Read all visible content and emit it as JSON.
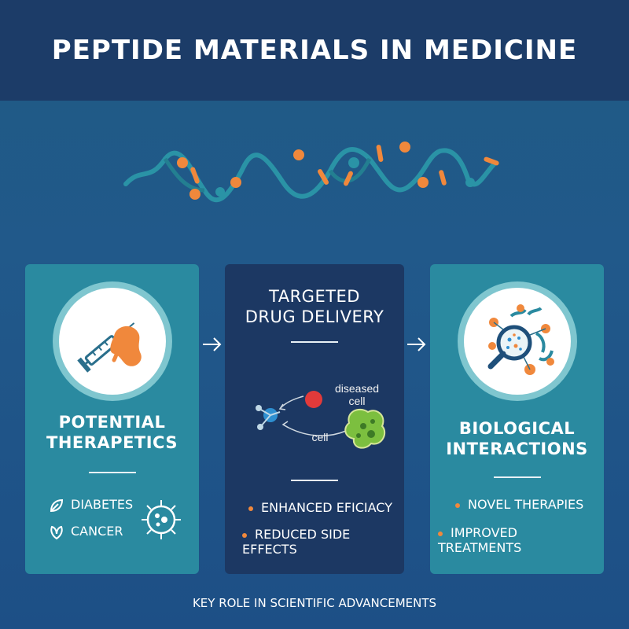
{
  "header": {
    "title": "PEPTIDE MATERIALS IN MEDICINE"
  },
  "panels": {
    "left": {
      "title_lines": [
        "POTENTIAL",
        "THERAPETICS"
      ],
      "items": [
        {
          "label": "DIABETES",
          "icon": "leaf-icon"
        },
        {
          "label": "CANCER",
          "icon": "leaf-icon"
        }
      ],
      "icons": [
        "syringe-icon",
        "organ-icon",
        "cell-virus-icon"
      ]
    },
    "middle": {
      "title_lines": [
        "TARGETED",
        "DRUG DELIVERY"
      ],
      "diagram_labels": {
        "diseased_cell": [
          "diseased",
          "cell"
        ],
        "cell": "cell"
      },
      "items": [
        "ENHANCED EFICIACY",
        "REDUCED SIDE EFFECTS"
      ]
    },
    "right": {
      "title_lines": [
        "BIOLOGICAL",
        "INTERACTIONS"
      ],
      "items": [
        "NOVEL THERAPIES",
        "IMPROVED TREATMENTS"
      ],
      "icons": [
        "magnifier-icon",
        "molecule-icon"
      ]
    }
  },
  "footer": {
    "text": "KEY ROLE IN SCIENTIFIC ADVANCEMENTS"
  },
  "colors": {
    "header_bg": "#1c3c68",
    "teal_panel": "#2a8aa0",
    "navy_panel": "#1c3863",
    "accent_orange": "#f0883c",
    "helix_teal": "#2a93a6"
  }
}
